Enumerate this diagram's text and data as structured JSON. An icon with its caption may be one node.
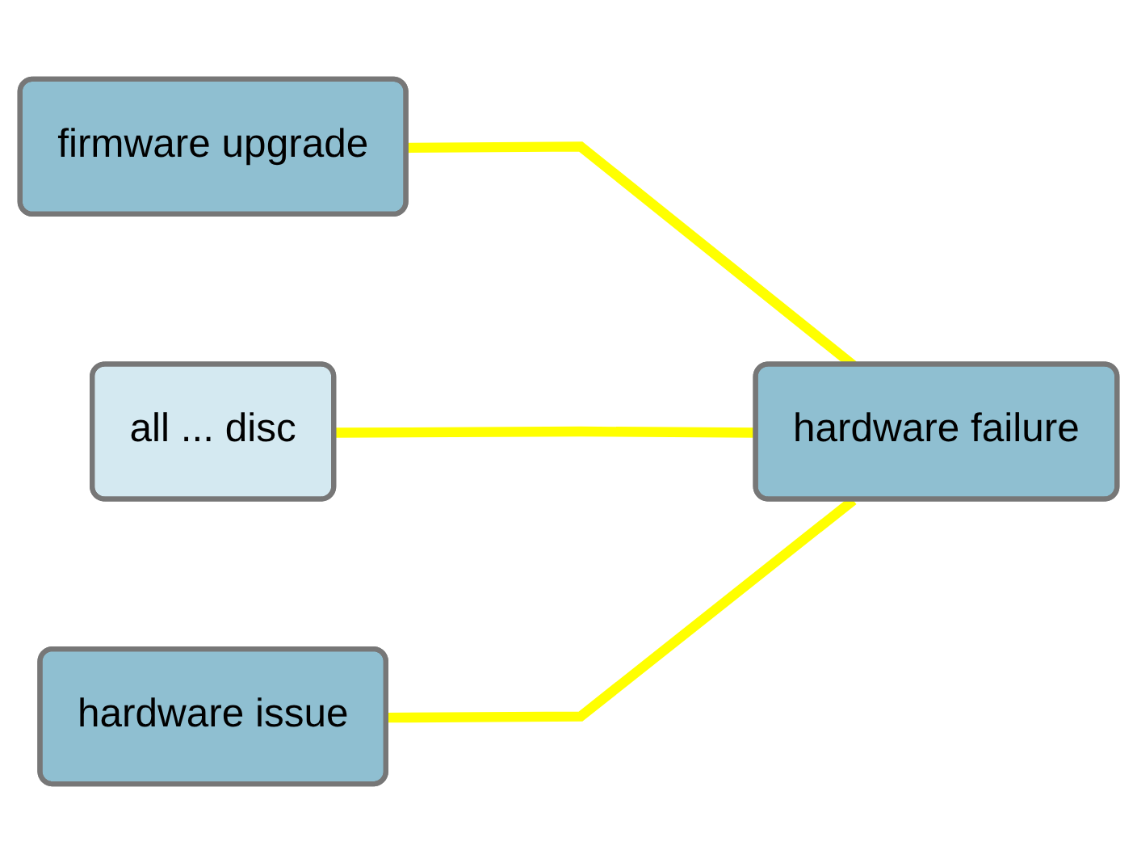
{
  "diagram": {
    "nodes": [
      {
        "text": [
          "firmware upgrade"
        ]
      },
      {
        "text": [
          "hardware failure"
        ]
      },
      {
        "text": [
          "all ... disc"
        ]
      },
      {
        "text": [
          "hardware issue"
        ]
      }
    ],
    "edges": [
      {
        "from": 1,
        "to": 0,
        "arrow": "none"
      },
      {
        "from": 1,
        "to": 2,
        "arrow": "none"
      },
      {
        "from": 1,
        "to": 3,
        "arrow": "none"
      }
    ]
  }
}
